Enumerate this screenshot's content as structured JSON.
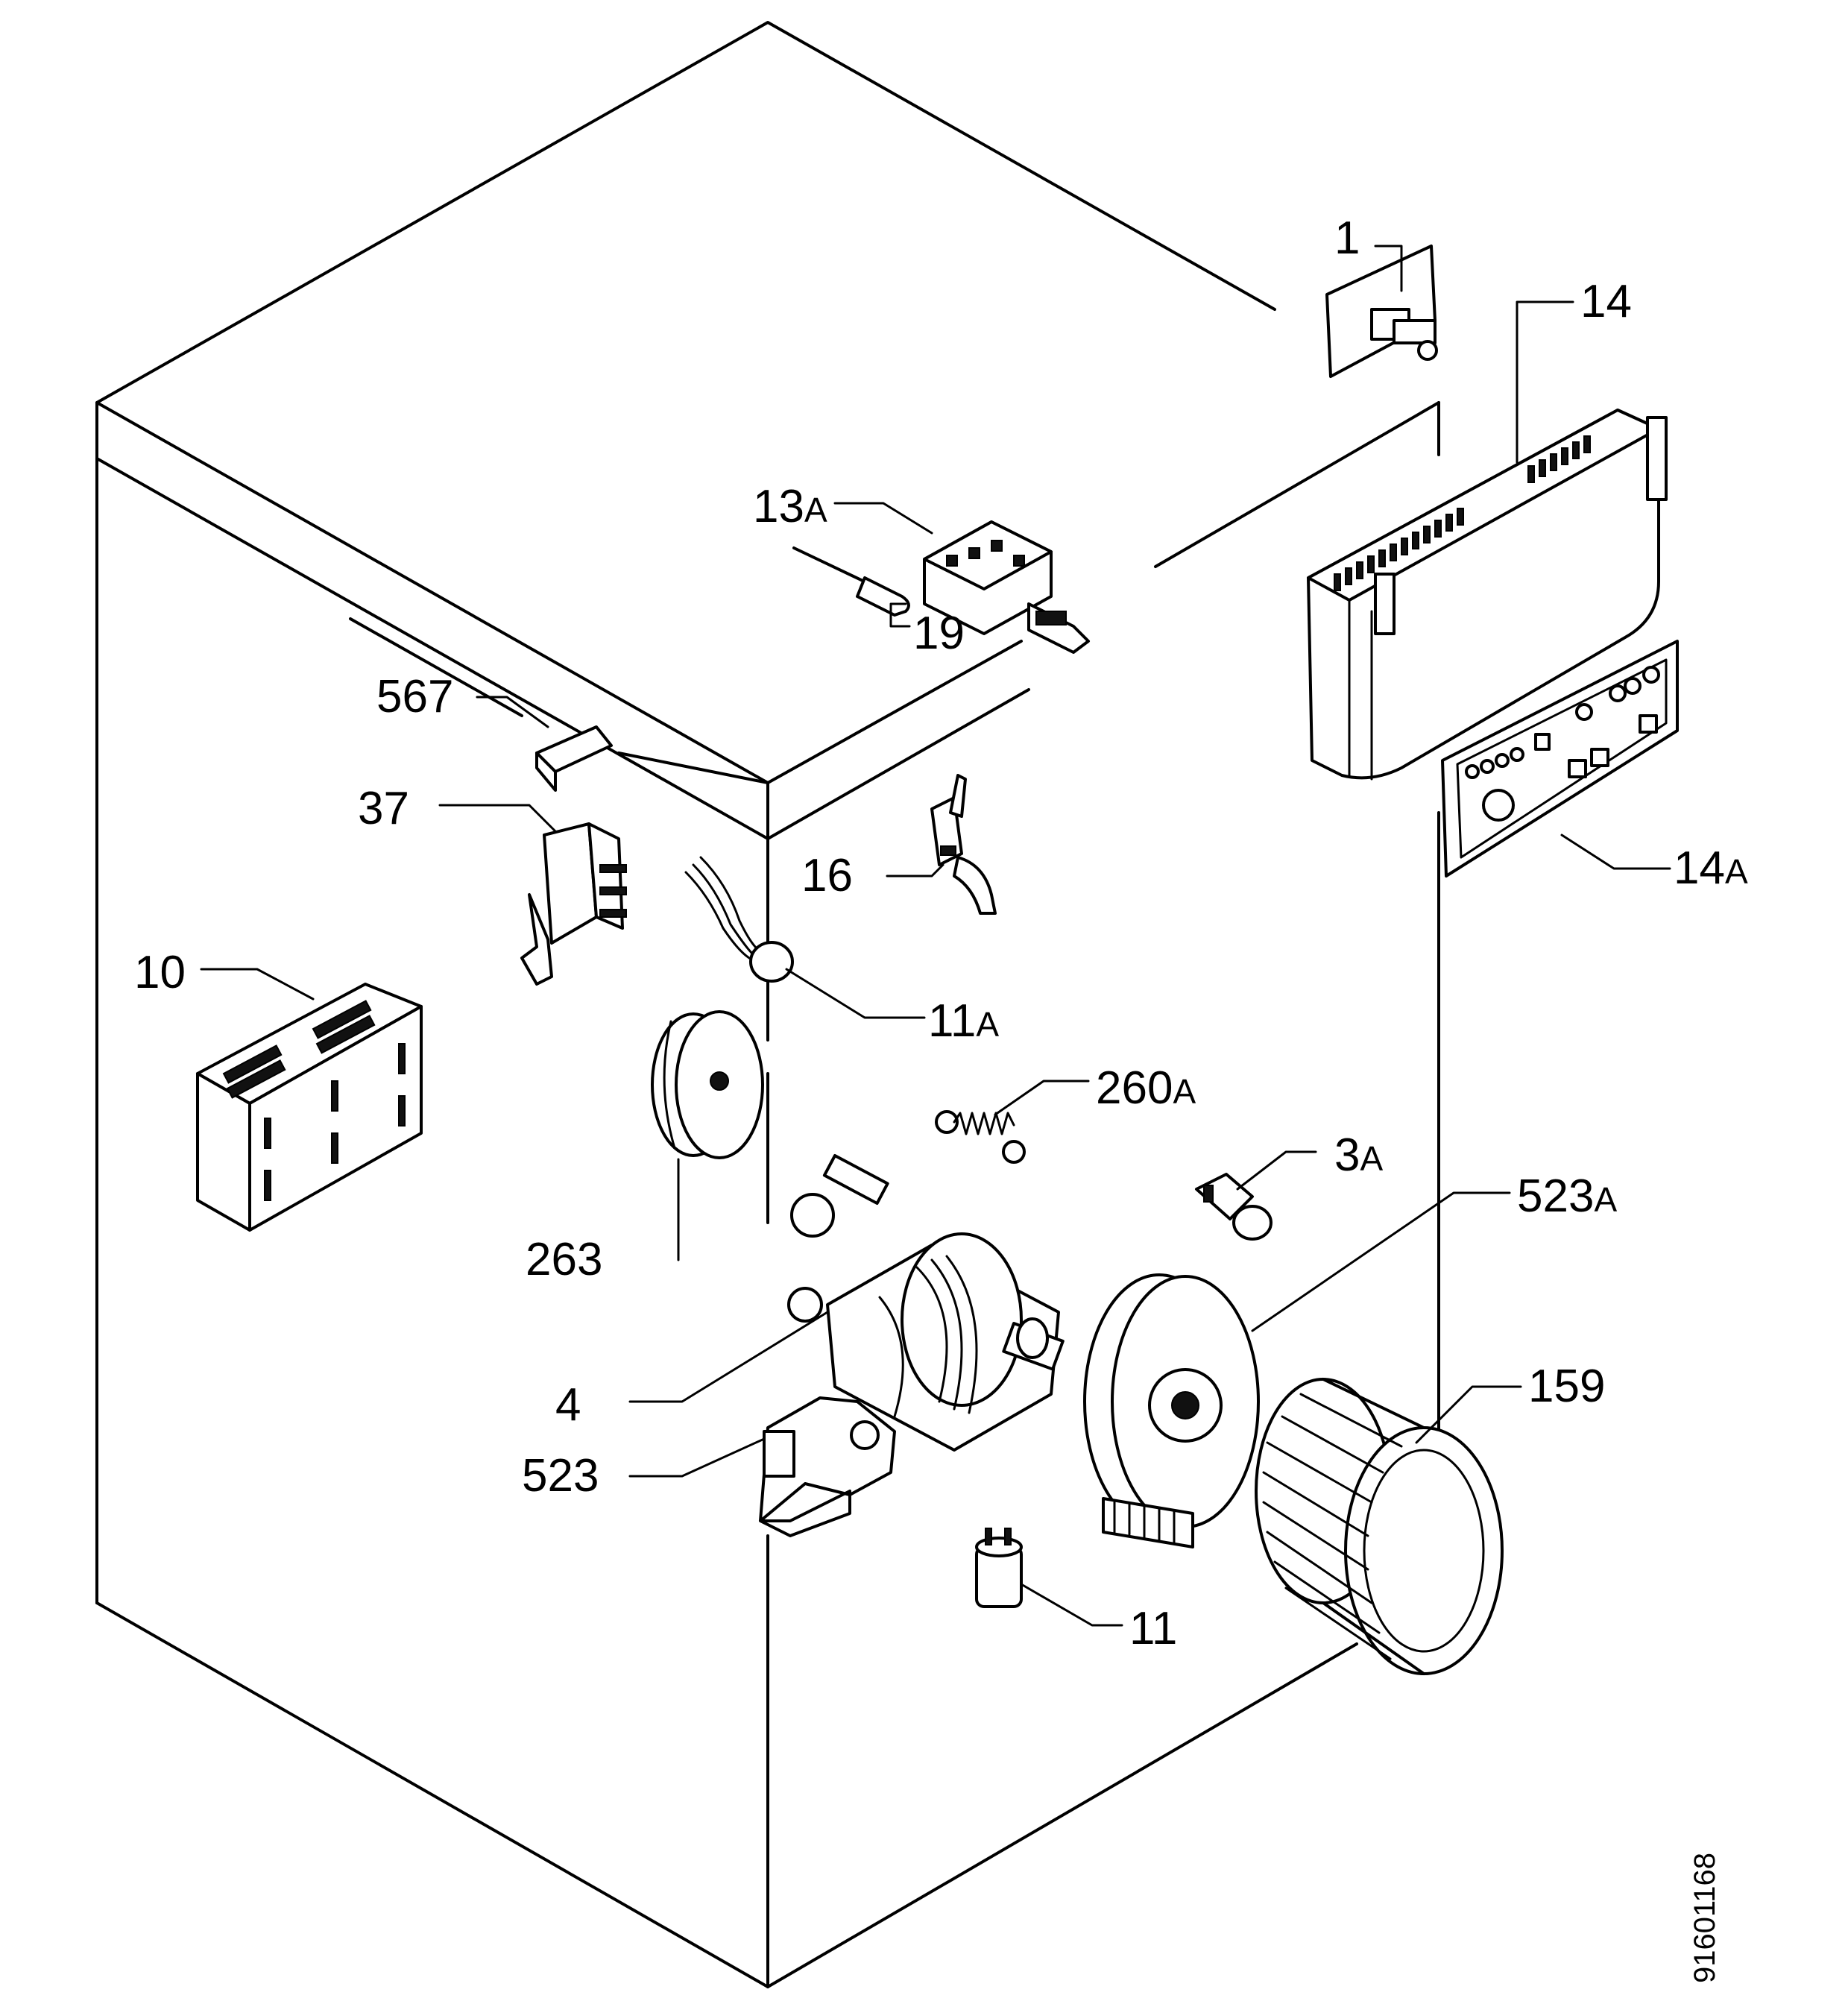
{
  "drawing_number": "91601168",
  "parts": [
    {
      "id": "p1",
      "num": "1",
      "suffix": ""
    },
    {
      "id": "p14",
      "num": "14",
      "suffix": ""
    },
    {
      "id": "p13a",
      "num": "13",
      "suffix": "A"
    },
    {
      "id": "p19",
      "num": "19",
      "suffix": ""
    },
    {
      "id": "p567",
      "num": "567",
      "suffix": ""
    },
    {
      "id": "p37",
      "num": "37",
      "suffix": ""
    },
    {
      "id": "p16",
      "num": "16",
      "suffix": ""
    },
    {
      "id": "p14a",
      "num": "14",
      "suffix": "A"
    },
    {
      "id": "p10",
      "num": "10",
      "suffix": ""
    },
    {
      "id": "p11a",
      "num": "11",
      "suffix": "A"
    },
    {
      "id": "p260a",
      "num": "260",
      "suffix": "A"
    },
    {
      "id": "p3a",
      "num": "3",
      "suffix": "A"
    },
    {
      "id": "p523a",
      "num": "523",
      "suffix": "A"
    },
    {
      "id": "p263",
      "num": "263",
      "suffix": ""
    },
    {
      "id": "p4",
      "num": "4",
      "suffix": ""
    },
    {
      "id": "p159",
      "num": "159",
      "suffix": ""
    },
    {
      "id": "p523",
      "num": "523",
      "suffix": ""
    },
    {
      "id": "p11",
      "num": "11",
      "suffix": ""
    }
  ]
}
